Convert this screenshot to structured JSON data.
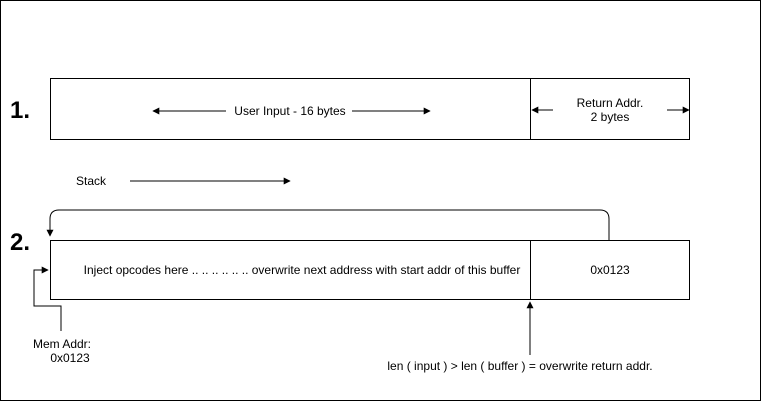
{
  "diagram": {
    "step1": {
      "number": "1.",
      "user_input_label": "User Input - 16 bytes",
      "return_addr_line1": "Return Addr.",
      "return_addr_line2": "2 bytes"
    },
    "stack_label": "Stack",
    "step2": {
      "number": "2.",
      "inject_label": "Inject opcodes here .. .. .. .. .. .. overwrite next address with start addr of this buffer",
      "address_value": "0x0123"
    },
    "mem_addr_line1": "Mem Addr:",
    "mem_addr_line2": "0x0123",
    "overflow_note": "len ( input ) > len ( buffer ) = overwrite return addr."
  }
}
